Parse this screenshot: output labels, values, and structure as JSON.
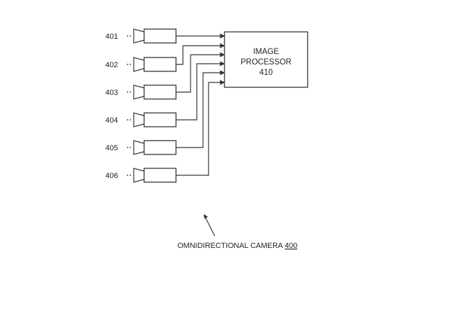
{
  "cameras": [
    {
      "ref": "401"
    },
    {
      "ref": "402"
    },
    {
      "ref": "403"
    },
    {
      "ref": "404"
    },
    {
      "ref": "405"
    },
    {
      "ref": "406"
    }
  ],
  "processor": {
    "line1": "IMAGE",
    "line2": "PROCESSOR",
    "ref": "410"
  },
  "caption": {
    "text": "OMNIDIRECTIONAL CAMERA ",
    "ref": "400"
  }
}
